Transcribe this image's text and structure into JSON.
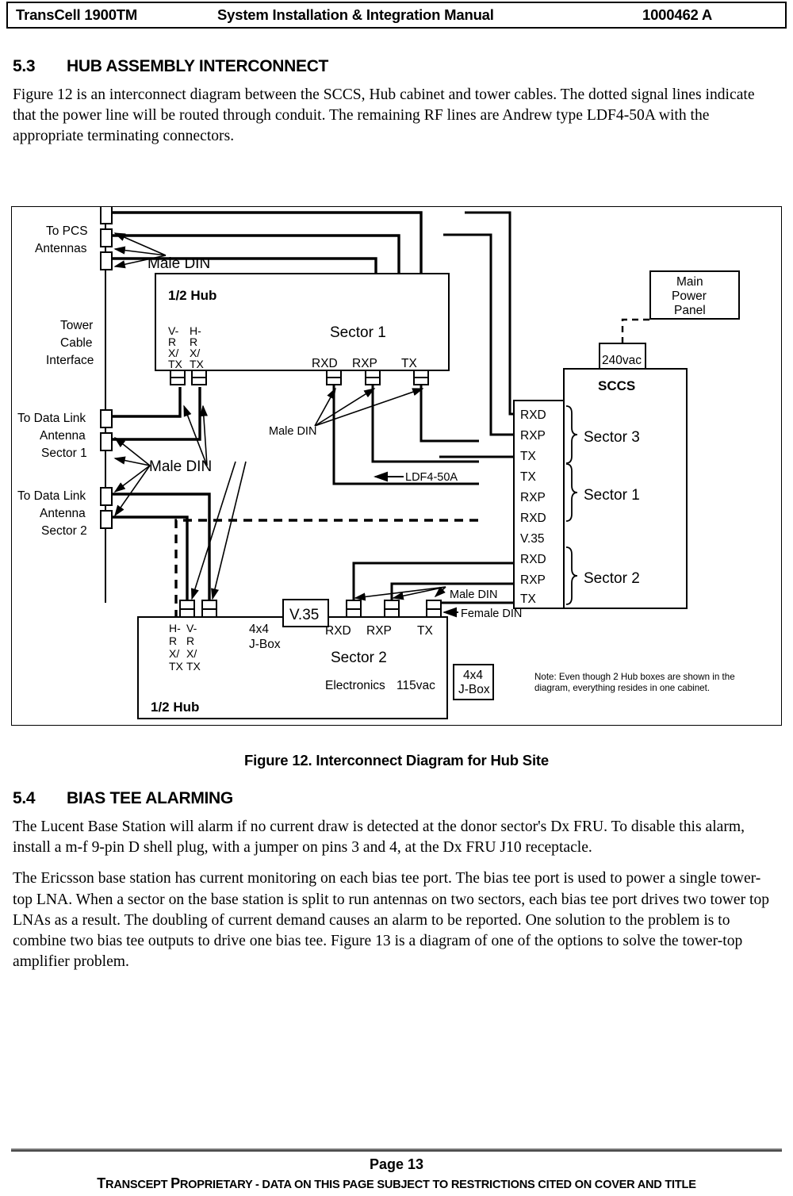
{
  "header": {
    "product": "TransCell 1900TM",
    "title": "System Installation & Integration Manual",
    "doc_number": "1000462  A"
  },
  "sections": {
    "s53": {
      "number": "5.3",
      "title": "HUB ASSEMBLY INTERCONNECT",
      "paragraph": "Figure 12 is an interconnect diagram between the SCCS, Hub cabinet and tower cables. The dotted signal lines indicate that the power line will be routed through conduit. The remaining RF lines are Andrew type LDF4-50A with the appropriate terminating connectors."
    },
    "s54": {
      "number": "5.4",
      "title": "BIAS TEE ALARMING",
      "paragraph1": "The Lucent Base Station will alarm if no current draw is detected at the donor sector's Dx FRU. To disable this alarm, install a m-f 9-pin D shell plug, with a jumper on pins 3 and 4, at the Dx FRU J10 receptacle.",
      "paragraph2": "The Ericsson base station has current monitoring on each bias tee port. The bias tee port is used to power a single tower-top LNA. When a sector on the base station is split to run antennas on two sectors, each bias tee port drives two tower top LNAs as a result. The doubling of current demand causes an alarm to be reported. One solution to the problem is to combine two bias tee outputs to drive one bias tee. Figure 13 is a diagram of one of the options to solve the tower-top amplifier problem."
    }
  },
  "figure": {
    "caption": "Figure 12. Interconnect Diagram for Hub Site",
    "labels": {
      "to_pcs_antennas_line1": "To PCS",
      "to_pcs_antennas_line2": "Antennas",
      "tower_cable_l1": "Tower",
      "tower_cable_l2": "Cable",
      "tower_cable_l3": "Interface",
      "datalink1_l1": "To Data Link",
      "datalink1_l2": "Antenna",
      "datalink1_l3": "Sector 1",
      "datalink2_l1": "To Data Link",
      "datalink2_l2": "Antenna",
      "datalink2_l3": "Sector 2",
      "male_din_top": "Male DIN",
      "male_din_mid": "Male DIN",
      "male_din_left": "Male DIN",
      "male_din_bottom": "Male DIN",
      "female_din": "Female DIN",
      "ldf4": "LDF4-50A",
      "v35_box": "V.35",
      "note": "Note: Even though 2 Hub boxes are shown in the diagram, everything resides in one cabinet."
    },
    "hub_top": {
      "title": "1/2 Hub",
      "sector_label": "Sector 1",
      "left_port_a": [
        "V-",
        "R",
        "X/",
        "TX"
      ],
      "left_port_b": [
        "H-",
        "R",
        "X/",
        "TX"
      ],
      "ports": [
        "RXD",
        "RXP",
        "TX"
      ]
    },
    "hub_bottom": {
      "title": "1/2 Hub",
      "sector_label": "Sector 2",
      "left_port_a": [
        "H-",
        "R",
        "X/",
        "TX"
      ],
      "left_port_b": [
        "V-",
        "R",
        "X/",
        "TX"
      ],
      "jbox_l1": "4x4",
      "jbox_l2": "J-Box",
      "ports": [
        "RXD",
        "RXP",
        "TX"
      ],
      "electronics": "Electronics",
      "power": "115vac",
      "side_jbox_l1": "4x4",
      "side_jbox_l2": "J-Box"
    },
    "sccs": {
      "title": "SCCS",
      "ports": [
        "RXD",
        "RXP",
        "TX",
        "TX",
        "RXP",
        "RXD",
        "V.35",
        "RXD",
        "RXP",
        "TX"
      ],
      "groups": [
        "Sector 3",
        "Sector 1",
        "Sector 2"
      ]
    },
    "power": {
      "main_panel_l1": "Main",
      "main_panel_l2": "Power",
      "main_panel_l3": "Panel",
      "voltage": "240vac"
    }
  },
  "footer": {
    "page": "Page 13",
    "proprietary_t": "T",
    "proprietary_rest1": "RANSCEPT ",
    "proprietary_p": "P",
    "proprietary_rest2": "ROPRIETARY - DATA ON THIS PAGE SUBJECT TO RESTRICTIONS CITED ON COVER AND TITLE"
  },
  "colors": {
    "ink": "#000000",
    "paper": "#ffffff",
    "rule": "#6e6e6e"
  }
}
